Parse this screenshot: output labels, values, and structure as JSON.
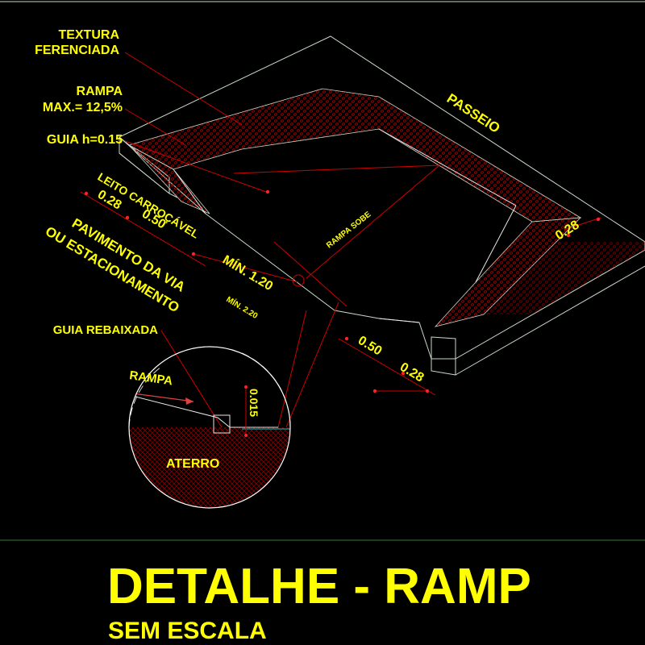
{
  "labels": {
    "textura_1": "TEXTURA",
    "textura_2": "FERENCIADA",
    "rampa_1": "RAMPA",
    "rampa_2": "MAX.= 12,5%",
    "guia": "GUIA h=0.15",
    "leito": "LEITO CARROÇÁVEL",
    "dim_028_left": "0.28",
    "dim_050_left": "0.50",
    "pavimento_1": "PAVIMENTO DA VIA",
    "pavimento_2": "OU ESTACIONAMENTO",
    "min_120": "MÍN. 1.20",
    "min_220": "MÍN. 2.20",
    "rampa_sobe": "RAMPA SOBE",
    "passeio": "PASSEIO",
    "dim_028_right": "0.28",
    "dim_050_bottom": "0.50",
    "dim_028_bottom": "0.28",
    "guia_rebaixada": "GUIA REBAIXADA",
    "detail_rampa": "RAMPA",
    "detail_0015": "0.015",
    "aterro": "ATERRO"
  },
  "title": {
    "main": "DETALHE - RAMP",
    "sub": "SEM ESCALA"
  },
  "colors": {
    "background": "#000000",
    "text": "#ffff00",
    "leader": "#d00000",
    "outline": "#c8d8c8",
    "hatch": "#b00000"
  }
}
